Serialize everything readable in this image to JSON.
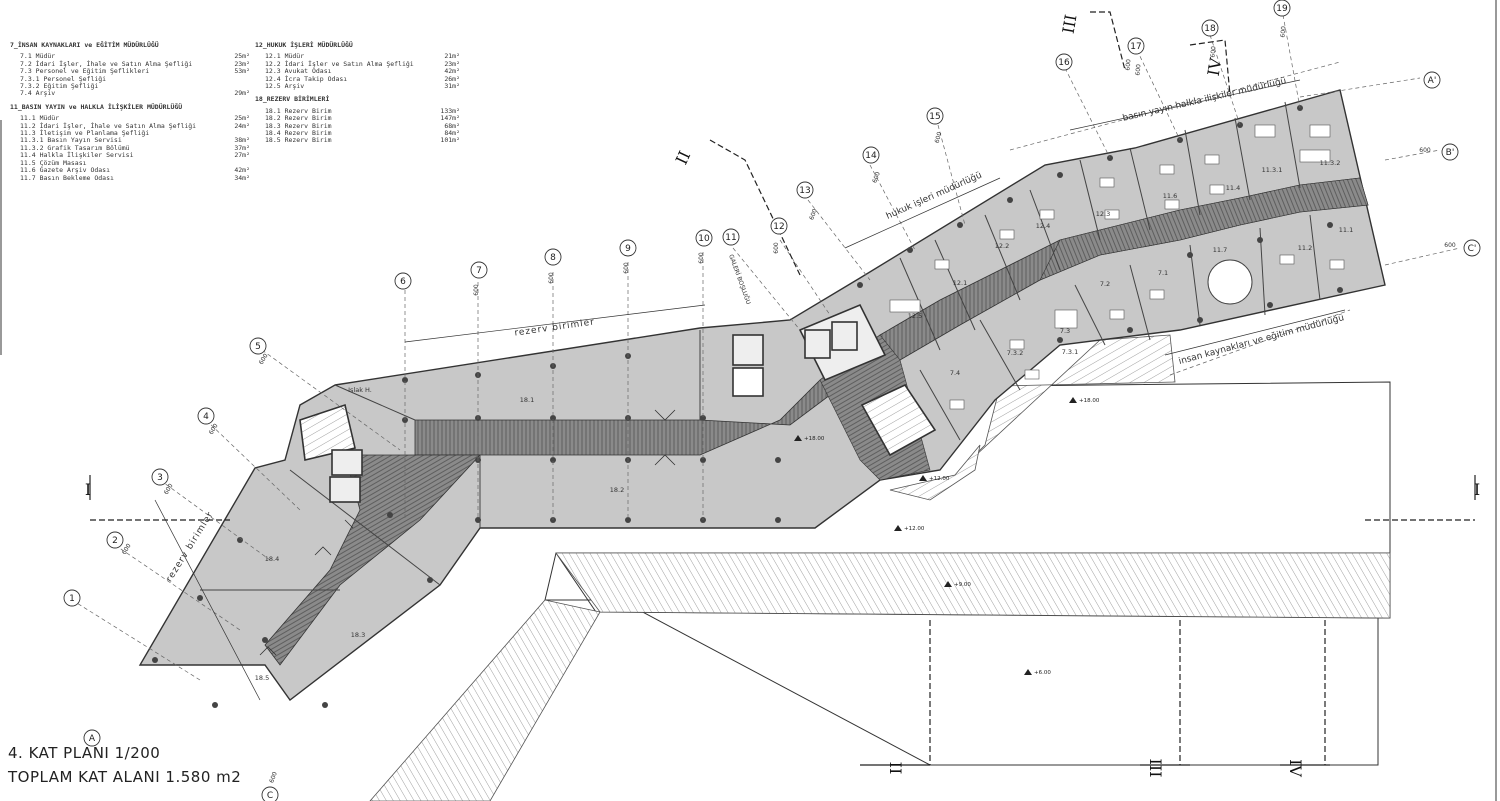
{
  "legend_left": {
    "sections": [
      {
        "heading": "7_İNSAN KAYNAKLARI ve EĞİTİM MÜDÜRLÜĞÜ",
        "rows": [
          {
            "name": "7.1 Müdür",
            "area": "25m²"
          },
          {
            "name": "7.2 İdari İşler, İhale ve Satın Alma Şefliği",
            "area": "23m²"
          },
          {
            "name": "7.3 Personel ve Eğitim Şeflikleri",
            "area": "53m²"
          },
          {
            "name": "7.3.1 Personel Şefliği",
            "area": ""
          },
          {
            "name": "7.3.2 Eğitim Şefliği",
            "area": ""
          },
          {
            "name": "7.4 Arşiv",
            "area": "29m²"
          }
        ]
      },
      {
        "heading": "11_BASIN YAYIN ve HALKLA İLİŞKİLER MÜDÜRLÜĞÜ",
        "rows": [
          {
            "name": "11.1 Müdür",
            "area": "25m²"
          },
          {
            "name": "11.2 İdari İşler, İhale ve Satın Alma Şefliği",
            "area": "24m²"
          },
          {
            "name": "11.3 İletişim ve Planlama Şefliği",
            "area": ""
          },
          {
            "name": "11.3.1 Basın Yayın Servisi",
            "area": "38m²"
          },
          {
            "name": "11.3.2 Grafik Tasarım Bölümü",
            "area": "37m²"
          },
          {
            "name": "11.4 Halkla İlişkiler Servisi",
            "area": "27m²"
          },
          {
            "name": "11.5 Çözüm Masası",
            "area": ""
          },
          {
            "name": "11.6 Gazete Arşiv Odası",
            "area": "42m²"
          },
          {
            "name": "11.7 Basın Bekleme Odası",
            "area": "34m²"
          }
        ]
      }
    ]
  },
  "legend_right": {
    "sections": [
      {
        "heading": "12_HUKUK İŞLERİ MÜDÜRLÜĞÜ",
        "rows": [
          {
            "name": "12.1 Müdür",
            "area": "21m²"
          },
          {
            "name": "12.2 İdari İşler ve Satın Alma Şefliği",
            "area": "23m²"
          },
          {
            "name": "12.3 Avukat Odası",
            "area": "42m²"
          },
          {
            "name": "12.4 İcra Takip Odası",
            "area": "26m²"
          },
          {
            "name": "12.5 Arşiv",
            "area": "31m²"
          }
        ]
      },
      {
        "heading": "18_REZERV BİRİMLERİ",
        "rows": [
          {
            "name": "18.1 Rezerv Birim",
            "area": "133m²"
          },
          {
            "name": "18.2 Rezerv Birim",
            "area": "147m²"
          },
          {
            "name": "18.3 Rezerv Birim",
            "area": "68m²"
          },
          {
            "name": "18.4 Rezerv Birim",
            "area": "84m²"
          },
          {
            "name": "18.5 Rezerv Birim",
            "area": "101m²"
          }
        ]
      }
    ]
  },
  "title": {
    "line1": "4. KAT PLANI 1/200",
    "line2": "TOPLAM KAT ALANI 1.580 m2"
  },
  "zone_labels": {
    "rezerv_top": "rezerv birimler",
    "rezerv_left": "rezerv birimler",
    "hukuk": "hukuk işleri müdürlüğü",
    "basin": "basın yayın halkla ilişkiler müdürlüğü",
    "insan": "insan kaynakları ve eğitim müdürlüğü",
    "galeri": "GALERİ BOŞLUĞU"
  },
  "rooms": [
    "18.1",
    "18.2",
    "18.3",
    "18.4",
    "18.5",
    "12.1",
    "12.2",
    "12.3",
    "12.4",
    "12.5",
    "11.6",
    "11.4",
    "11.3.1",
    "11.3.2",
    "11.7",
    "11.2",
    "11.1",
    "7.1",
    "7.2",
    "7.3",
    "7.3.2",
    "7.3.1",
    "7.4",
    "Islak H."
  ],
  "axes_numbers": [
    "1",
    "2",
    "3",
    "4",
    "5",
    "6",
    "7",
    "8",
    "9",
    "10",
    "11",
    "12",
    "13",
    "14",
    "15",
    "16",
    "17",
    "18",
    "19"
  ],
  "axes_letters": [
    "A'",
    "B'",
    "C'",
    "A",
    "C"
  ],
  "dims": [
    "600",
    "600",
    "600",
    "600",
    "600",
    "600",
    "600",
    "600",
    "600",
    "600",
    "600",
    "600",
    "600",
    "600",
    "600",
    "600",
    "600",
    "600",
    "600"
  ],
  "sections": {
    "s1": "I",
    "s2": "II",
    "s3": "III",
    "s4": "IV",
    "s1r": "I",
    "s2b": "II",
    "s3b": "III",
    "s4b": "IV"
  },
  "levels": [
    "+18.00",
    "+18.00",
    "+12.00",
    "+12.00",
    "+9.00",
    "+6.00"
  ]
}
